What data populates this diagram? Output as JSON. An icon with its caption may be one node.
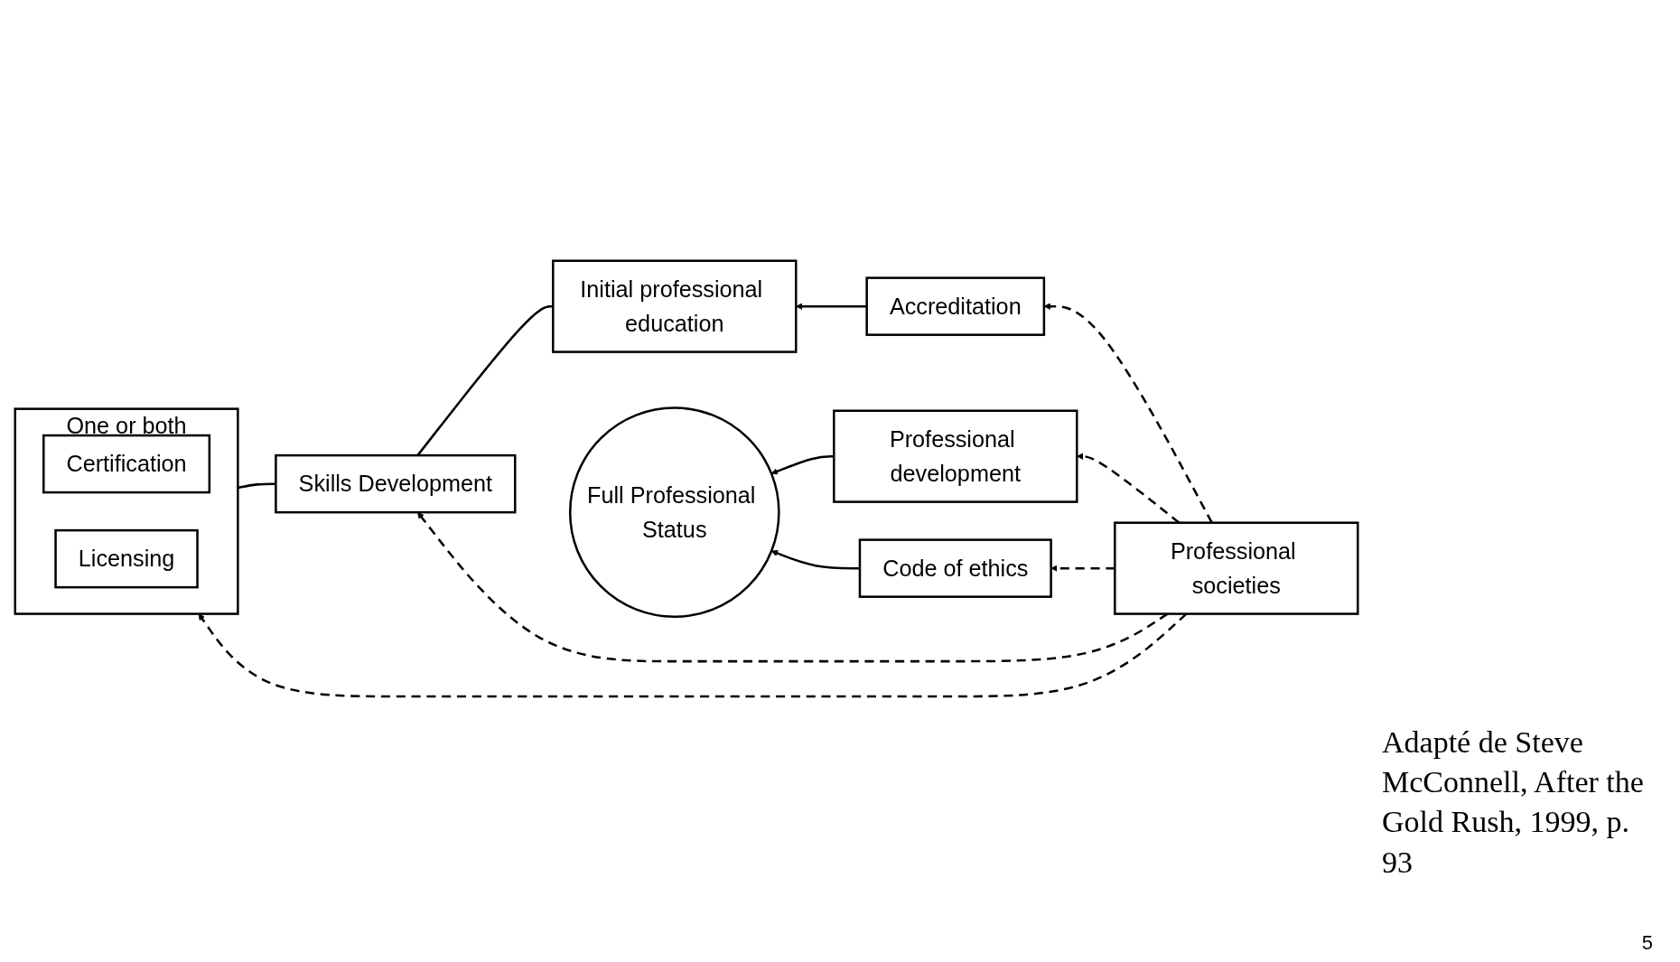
{
  "diagram": {
    "nodes": [
      {
        "text": [
          "Initial professional education"
        ]
      },
      {
        "text": [
          "Accreditation"
        ]
      },
      {
        "text": [
          "Skills Development"
        ]
      },
      {
        "text": [
          "Professional societies"
        ]
      },
      {
        "text": [
          "One or both"
        ]
      },
      {
        "text": [
          "Certification"
        ],
        "in": 4
      },
      {
        "text": [
          "Licensing"
        ],
        "in": 4
      },
      {
        "text": [
          "Professional development"
        ]
      },
      {
        "text": [
          "Full Professional Status"
        ]
      },
      {
        "text": [
          "Code of ethics"
        ]
      }
    ],
    "edges": [
      {
        "from": 1,
        "to": 0,
        "arrow": "to"
      },
      {
        "from": 0,
        "to": 2,
        "arrow": "none"
      },
      {
        "from": 3,
        "to": 1,
        "arrow": "to",
        "style": "dashed"
      },
      {
        "from": 3,
        "to": 2,
        "arrow": "to",
        "style": "dashed"
      },
      {
        "from": 2,
        "to": 4,
        "arrow": "none"
      },
      {
        "from": 3,
        "to": 4,
        "arrow": "to",
        "style": "dashed"
      },
      {
        "from": 3,
        "to": 7,
        "arrow": "to",
        "style": "dashed"
      },
      {
        "from": 3,
        "to": 9,
        "arrow": "to",
        "style": "dashed"
      },
      {
        "from": 7,
        "to": 8,
        "arrow": "to"
      },
      {
        "from": 9,
        "to": 8,
        "arrow": "to"
      }
    ],
    "labels": [
      "Adapté de Steve McConnell, After the Gold Rush, 1999, p. 93",
      "5"
    ]
  }
}
